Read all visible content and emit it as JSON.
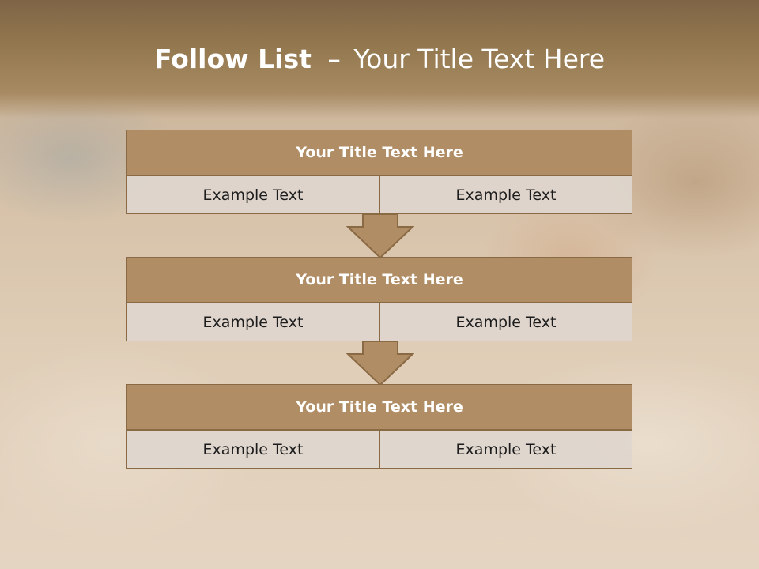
{
  "slide": {
    "title_bold": "Follow List",
    "title_separator": "–",
    "title_rest": "Your Title Text Here"
  },
  "colors": {
    "header_band": "#94784f",
    "box_fill": "#b08d64",
    "box_border": "#8a6a44",
    "cell_fill": "#ded6ce"
  },
  "steps": [
    {
      "title": "Your Title Text Here",
      "left": "Example Text",
      "right": "Example Text"
    },
    {
      "title": "Your Title Text Here",
      "left": "Example Text",
      "right": "Example Text"
    },
    {
      "title": "Your Title Text Here",
      "left": "Example Text",
      "right": "Example Text"
    }
  ]
}
